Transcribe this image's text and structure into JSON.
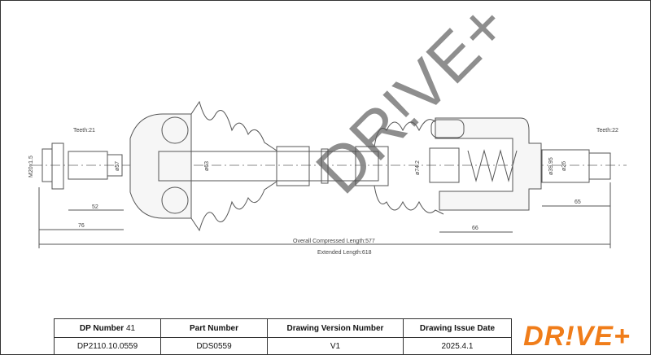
{
  "drawing": {
    "teeth_left": "Teeth:21",
    "teeth_right": "Teeth:22",
    "thread": "M20x1.5",
    "dia_left": "ø57",
    "dia_joint": "ø63",
    "dia_right_joint": "ø74.2",
    "dia_1": "ø39.95",
    "dia_2": "ø26",
    "dim_52": "52",
    "dim_76": "76",
    "dim_66": "66",
    "dim_65": "65",
    "compressed": "Overall Compressed Length:577",
    "extended": "Extended Length:618",
    "watermark": "DR!VE+"
  },
  "table": {
    "headers": {
      "dp_label": "DP Number",
      "dp_num": "41",
      "part": "Part Number",
      "version": "Drawing Version Number",
      "date": "Drawing Issue Date"
    },
    "values": {
      "dp": "DP2110.10.0559",
      "part": "DDS0559",
      "version": "V1",
      "date": "2025.4.1"
    }
  },
  "logo": "DR!VE+",
  "colors": {
    "brand": "#f07d1a"
  }
}
